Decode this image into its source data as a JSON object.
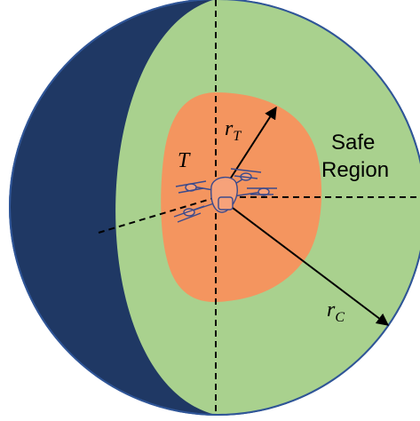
{
  "labels": {
    "target": "T",
    "r_target_main": "r",
    "r_target_sub": "T",
    "r_cover_main": "r",
    "r_cover_sub": "C",
    "safe_line1": "Safe",
    "safe_line2": "Region"
  },
  "colors": {
    "outer_dark": "#1f3864",
    "outer_edge": "#2f5597",
    "safe_fill": "#a9d18e",
    "target_fill": "#f4955f",
    "drone_stroke": "#3b4a8c",
    "line": "#000000"
  },
  "icons": {
    "drone": "quadcopter-icon"
  }
}
